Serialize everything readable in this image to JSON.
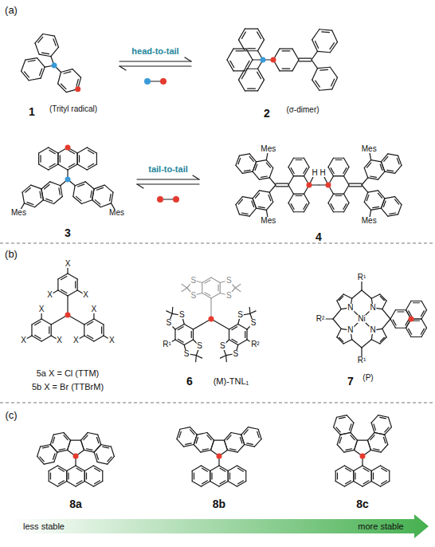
{
  "diagram": {
    "labels": [
      "(a)",
      "head-to-tail",
      "tail-to-tail",
      "1",
      "(Trityl radical)",
      "2",
      "(σ-dimer)",
      "3",
      "4",
      "Mes",
      "Mes",
      "Mes",
      "Mes",
      "Mes",
      "Mes",
      "H",
      "H",
      "(b)",
      "5a X = Cl (TTM)",
      "5b X = Br (TTBrM)",
      "X",
      "X",
      "X",
      "X",
      "X",
      "X",
      "X",
      "X",
      "X",
      "S",
      "S",
      "S",
      "S",
      "S",
      "S",
      "S",
      "S",
      "S",
      "S",
      "S",
      "S",
      "R¹",
      "R²",
      "6",
      "(M)-TNL₁",
      "R¹",
      "R²",
      "R¹",
      "N",
      "N",
      "N",
      "N",
      "Ni",
      "7",
      "(P)",
      "(c)",
      "8a",
      "8b",
      "8c",
      "less stable",
      "more stable"
    ]
  }
}
